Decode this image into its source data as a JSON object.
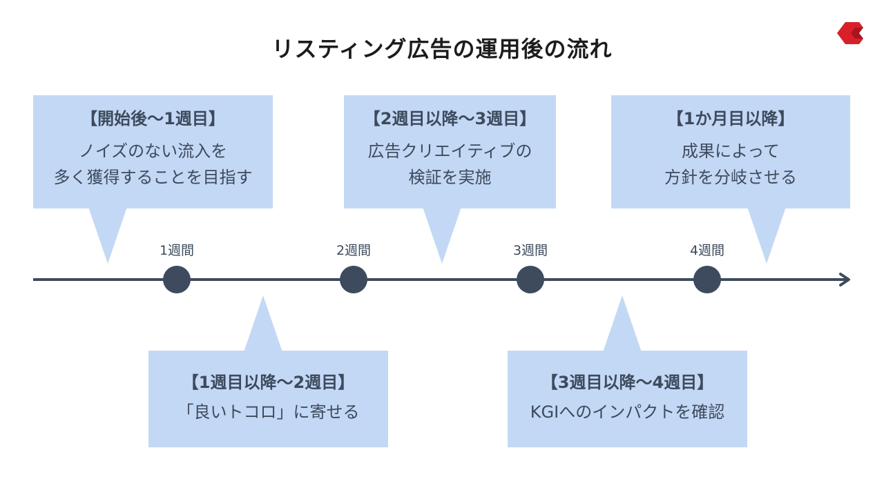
{
  "title": "リスティング広告の運用後の流れ",
  "colors": {
    "callout_bg": "#c3d8f5",
    "timeline": "#3e4a5e",
    "text": "#3d4a5c",
    "logo": "#d9202a"
  },
  "logo_icon": "red-chevron-logo",
  "weeks": [
    "1週間",
    "2週間",
    "3週間",
    "4週間"
  ],
  "callouts_top": [
    {
      "head": "【開始後〜1週目】",
      "body": [
        "ノイズのない流入を",
        "多く獲得することを目指す"
      ]
    },
    {
      "head": "【2週目以降〜3週目】",
      "body": [
        "広告クリエイティブの",
        "検証を実施"
      ]
    },
    {
      "head": "【1か月目以降】",
      "body": [
        "成果によって",
        "方針を分岐させる"
      ]
    }
  ],
  "callouts_bottom": [
    {
      "head": "【1週目以降〜2週目】",
      "body": [
        "「良いトコロ」に寄せる"
      ]
    },
    {
      "head": "【3週目以降〜4週目】",
      "body": [
        "KGIへのインパクトを確認"
      ]
    }
  ]
}
